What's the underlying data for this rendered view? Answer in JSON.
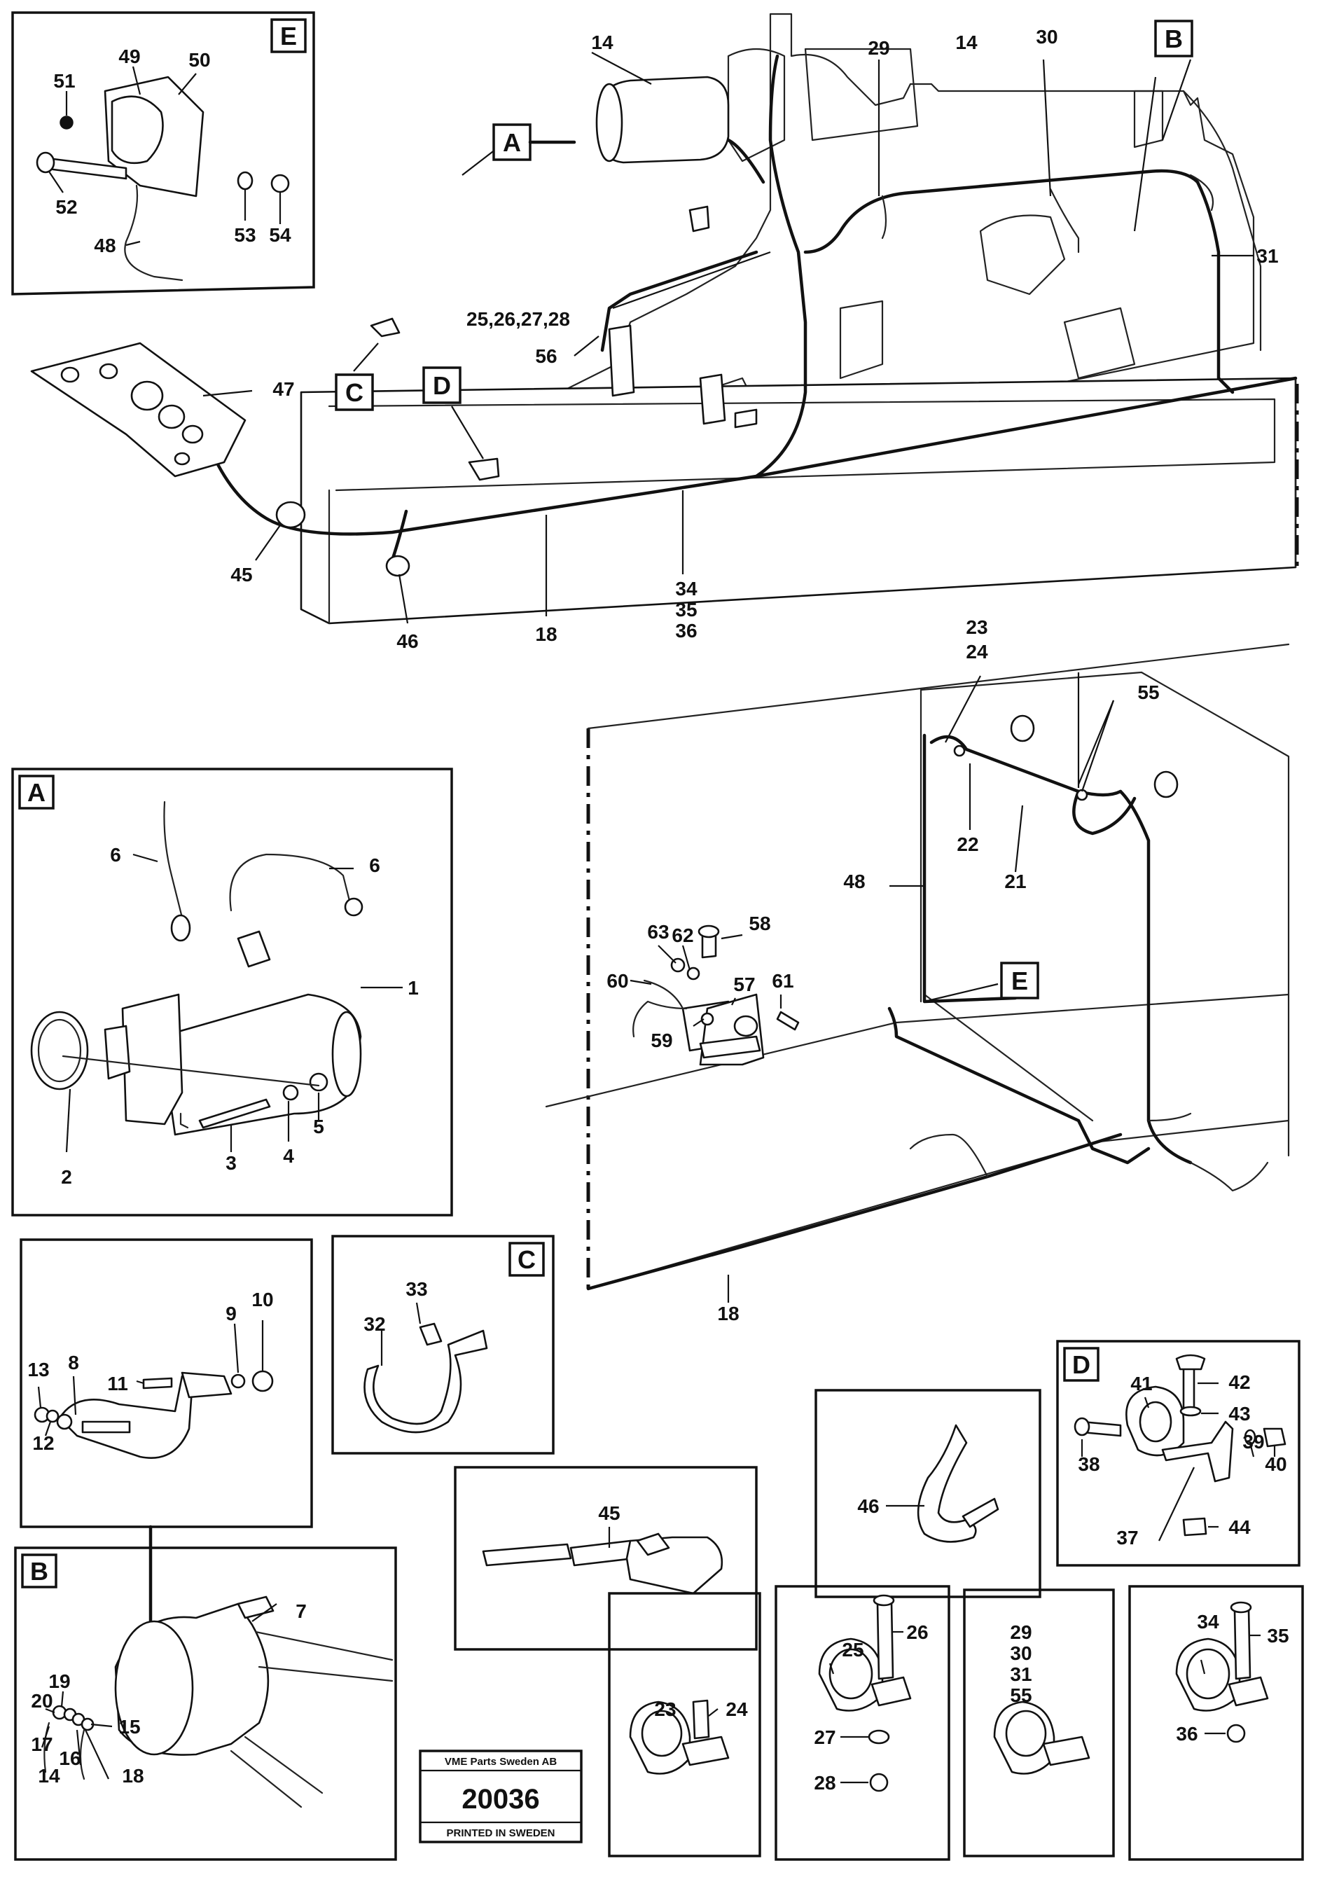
{
  "stamp": {
    "company": "VME Parts Sweden AB",
    "number": "20036",
    "note": "PRINTED IN SWEDEN"
  },
  "tags": {
    "A": "A",
    "B": "B",
    "C": "C",
    "D": "D",
    "E": "E"
  },
  "callouts": {
    "n14a": "14",
    "n29": "29",
    "n14b": "14",
    "n30": "30",
    "n31": "31",
    "n25_28": "25,26,27,28",
    "n56": "56",
    "n47": "47",
    "n45a": "45",
    "n46a": "46",
    "n18a": "18",
    "n34_36": "34\n35\n36",
    "n51": "51",
    "n49": "49",
    "n50": "50",
    "n52": "52",
    "n53": "53",
    "n54": "54",
    "n48a": "48",
    "n23a": "23",
    "n24a": "24",
    "n55a": "55",
    "n22": "22",
    "n21": "21",
    "n48b": "48",
    "n63": "63",
    "n62": "62",
    "n58": "58",
    "n60": "60",
    "n57": "57",
    "n61": "61",
    "n59": "59",
    "n18b": "18",
    "n6a": "6",
    "n6b": "6",
    "n1": "1",
    "n2": "2",
    "n3": "3",
    "n4": "4",
    "n5": "5",
    "n9": "9",
    "n10": "10",
    "n13": "13",
    "n8": "8",
    "n11": "11",
    "n12": "12",
    "n33": "33",
    "n32": "32",
    "n41": "41",
    "n42": "42",
    "n43": "43",
    "n39": "39",
    "n38": "38",
    "n40": "40",
    "n37": "37",
    "n44": "44",
    "n46b": "46",
    "n45b": "45",
    "n7": "7",
    "n19": "19",
    "n20": "20",
    "n17": "17",
    "n15": "15",
    "n16": "16",
    "n18c": "18",
    "n14c": "14",
    "n23b": "23",
    "n24b": "24",
    "n25b": "25",
    "n26b": "26",
    "n27b": "27",
    "n28b": "28",
    "n29_55": "29\n30\n31\n55",
    "n34b": "34",
    "n35b": "35",
    "n36b": "36"
  }
}
